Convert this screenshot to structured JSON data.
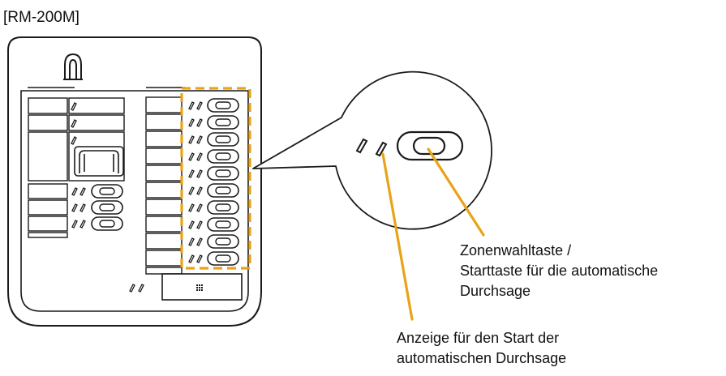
{
  "model_label": "[RM-200M]",
  "callouts": {
    "zone_button_line1": "Zonenwahltaste /",
    "zone_button_line2": "Starttaste für die automatische",
    "zone_button_line3": "Durchsage",
    "indicator_line1": "Anzeige für den Start der",
    "indicator_line2": "automatischen Durchsage"
  },
  "colors": {
    "highlight": "#E8A317",
    "line": "#1a1a1a"
  },
  "counts": {
    "zone_button_rows": 10,
    "left_button_rows": 3
  }
}
